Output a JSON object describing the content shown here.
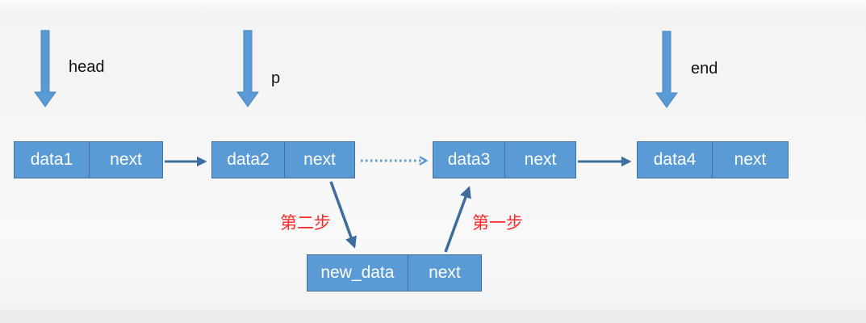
{
  "colors": {
    "node_fill": "#5B9BD5",
    "node_border": "#41719C",
    "node_divider": "#3F6F9B",
    "block_arrow_fill": "#5B9BD5",
    "block_arrow_border": "#4A86BE",
    "connector": "#3E6D9C",
    "dotted_connector": "#5B9BD5",
    "step_label": "#FB2B2B",
    "pointer_label": "#111111"
  },
  "pointers": [
    {
      "label": "head"
    },
    {
      "label": "p"
    },
    {
      "label": "end"
    }
  ],
  "nodes": [
    {
      "data": "data1",
      "next": "next"
    },
    {
      "data": "data2",
      "next": "next"
    },
    {
      "data": "data3",
      "next": "next"
    },
    {
      "data": "data4",
      "next": "next"
    },
    {
      "data": "new_data",
      "next": "next"
    }
  ],
  "step_labels": [
    {
      "label": "第二步"
    },
    {
      "label": "第一步"
    }
  ]
}
